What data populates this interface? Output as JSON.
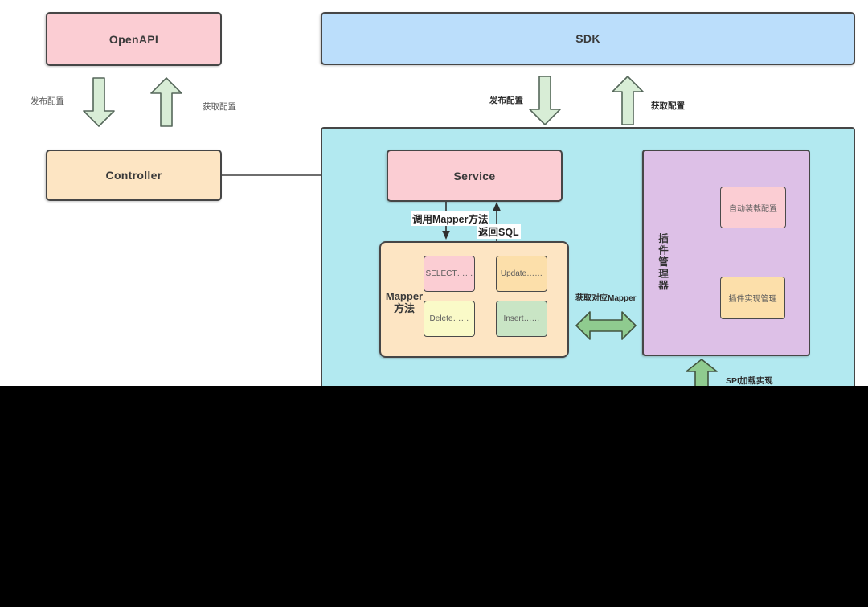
{
  "palette": {
    "node_pink": "#fbcdd3",
    "node_blue": "#bbdefb",
    "node_peach": "#fde5c3",
    "container_cyan": "#b2e9f0",
    "node_purple": "#ddc0e7",
    "node_orange": "#fcdfaa",
    "node_yellow": "#fafac8",
    "node_green": "#c9e5c5",
    "arrow_light_green": "#d8edd6",
    "arrow_green": "#8fcb8f",
    "border_dark": "#464646"
  },
  "left_flow": {
    "openapi": "OpenAPI",
    "publish_label": "发布配置",
    "fetch_label": "获取配置",
    "controller": "Controller"
  },
  "sdk_flow": {
    "sdk": "SDK",
    "publish_label": "发布配置",
    "fetch_label": "获取配置",
    "service": "Service",
    "call_mapper_label": "调用Mapper方法",
    "return_sql_label": "返回SQL",
    "fetch_mapper_label": "获取对应Mapper",
    "spi_label": "SPI加载实现"
  },
  "mapper_group": {
    "title_line1": "Mapper",
    "title_line2": "方法",
    "methods": {
      "select": "SELECT……",
      "update": "Update……",
      "delete": "Delete……",
      "insert": "Insert……"
    }
  },
  "plugin_manager": {
    "title": "插件管理器",
    "auto_load_config": "自动装载配置",
    "plugin_impl_mgmt": "插件实现管理"
  }
}
